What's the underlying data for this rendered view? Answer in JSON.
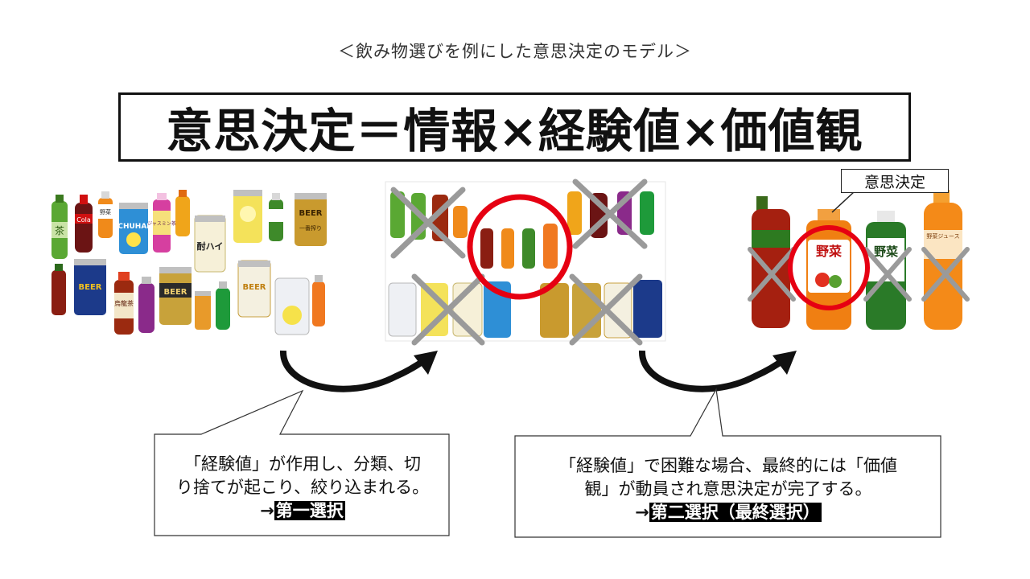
{
  "header": {
    "subtitle": "＜飲み物選びを例にした意思決定のモデル＞",
    "formula": "意思決定＝情報×経験値×価値観"
  },
  "panels": {
    "left_label": "",
    "decision_label": "意思決定"
  },
  "product_labels": {
    "tea": "茶",
    "cola": "Cola",
    "yasai": "野菜",
    "chuhai": "CHUHAI",
    "jasmine": "ジャスミン茶",
    "chuhai_jp": "酎ハイ",
    "beer": "BEER",
    "beer_ichiban": "一番搾り",
    "oolong": "烏龍茶",
    "yasai_juice": "野菜ジュース",
    "yasai_big": "野菜"
  },
  "callouts": {
    "first": {
      "line1": "「経験値」が作用し、分類、切",
      "line2": "り捨てが起こり、絞り込まれる。",
      "arrow": "→",
      "highlight": "第一選択"
    },
    "second": {
      "line1": "「経験値」で困難な場合、最終的には「価値",
      "line2": "観」が動員され意思決定が完了する。",
      "arrow": "→",
      "highlight": "第二選択（最終選択）"
    }
  },
  "colors": {
    "circle": "#e60012",
    "cross": "#9a9a9a",
    "text": "#111111"
  }
}
